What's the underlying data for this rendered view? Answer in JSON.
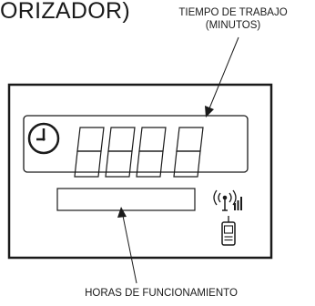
{
  "title": "ORIZADOR)",
  "callout_top": {
    "line1": "TIEMPO DE TRABAJO",
    "line2": "(MINUTOS)"
  },
  "callout_bottom": {
    "text": "HORAS DE FUNCIONAMIENTO"
  },
  "display": {
    "digit_count": 4,
    "icons": [
      "clock-icon",
      "signal-antenna-icon",
      "handheld-remote-icon"
    ]
  },
  "colors": {
    "ink": "#1a1a1a",
    "background": "#ffffff"
  }
}
